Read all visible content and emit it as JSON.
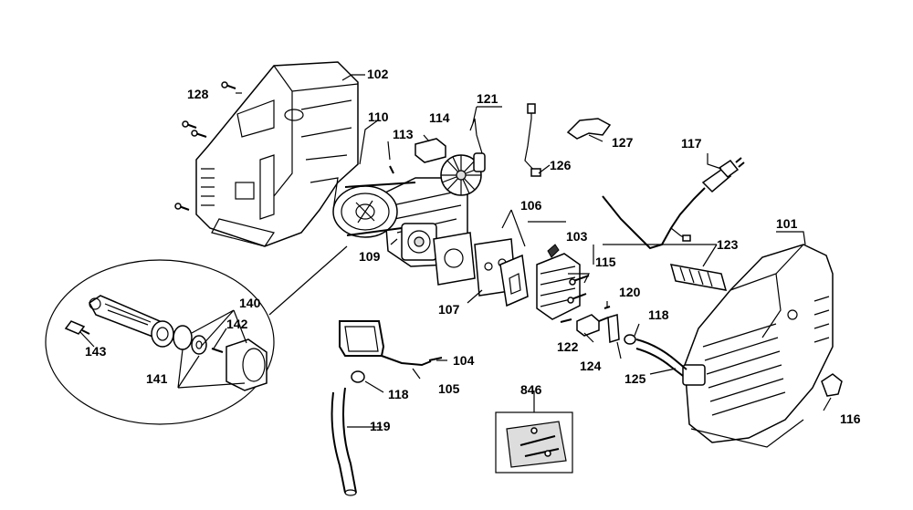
{
  "labels": {
    "p101": "101",
    "p102": "102",
    "p103": "103",
    "p104": "104",
    "p105": "105",
    "p106": "106",
    "p107": "107",
    "p109": "109",
    "p110": "110",
    "p113": "113",
    "p114": "114",
    "p115": "115",
    "p116": "116",
    "p117": "117",
    "p118a": "118",
    "p118b": "118",
    "p119": "119",
    "p120": "120",
    "p121": "121",
    "p122": "122",
    "p123": "123",
    "p124": "124",
    "p125": "125",
    "p126": "126",
    "p127": "127",
    "p128": "128",
    "p140": "140",
    "p141": "141",
    "p142": "142",
    "p143": "143",
    "p846": "846"
  }
}
